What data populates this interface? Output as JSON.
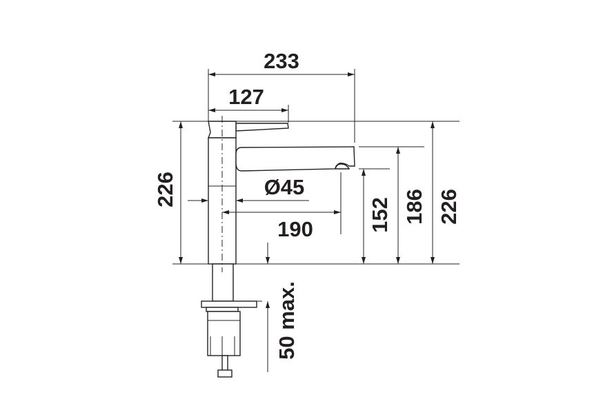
{
  "drawing": {
    "dimensions": {
      "overall_reach": "233",
      "lever_reach": "127",
      "total_height_left": "226",
      "body_diameter": "Ø45",
      "spout_reach": "190",
      "aerator_height": "152",
      "spout_height": "186",
      "total_height_right": "226",
      "max_counter_thickness": "50 max."
    },
    "line_color": "#231f20"
  }
}
